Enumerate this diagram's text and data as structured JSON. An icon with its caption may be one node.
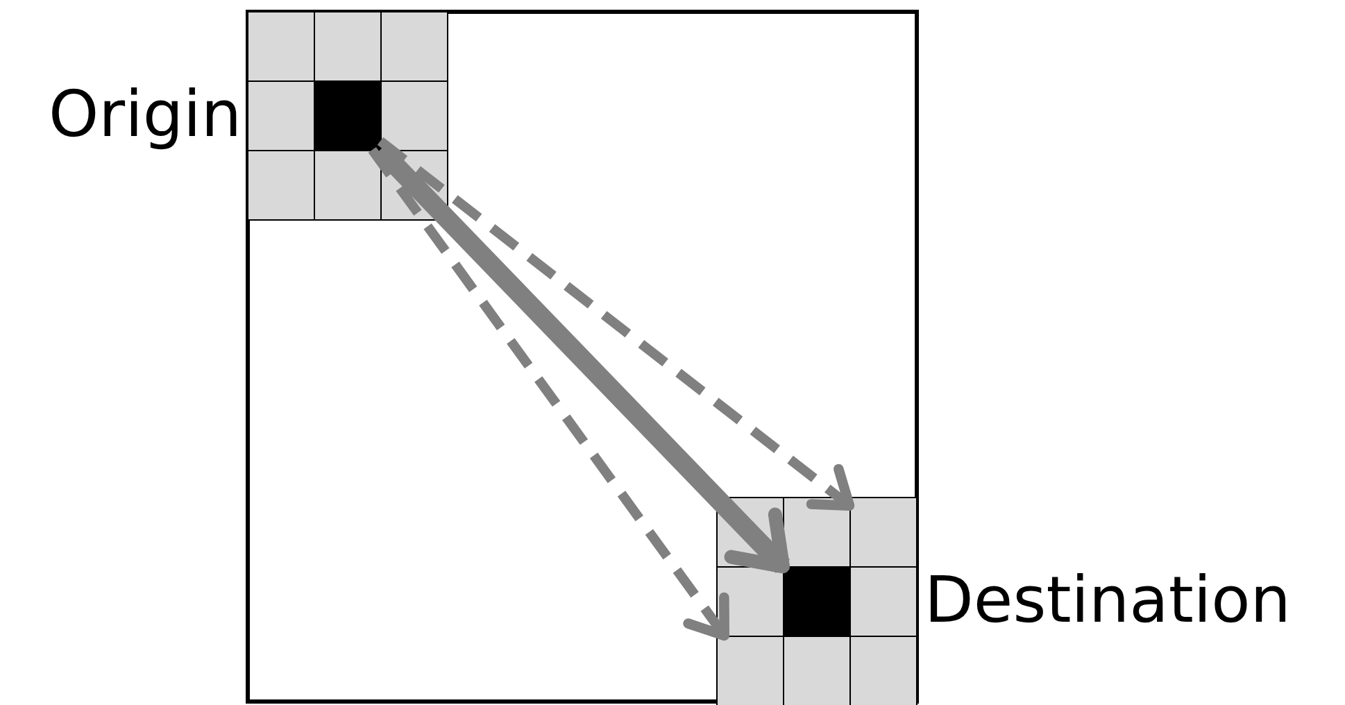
{
  "diagram": {
    "nodes": [
      {
        "text": [],
        "shape": "box"
      },
      {
        "text": [],
        "shape": "box"
      },
      {
        "text": [],
        "shape": "box"
      },
      {
        "text": [],
        "shape": "box"
      }
    ],
    "edges": [
      {
        "from": 0,
        "to": 1,
        "arrow": "to",
        "style": "thick"
      },
      {
        "from": 0,
        "to": 2,
        "arrow": "to",
        "style": "dashed"
      },
      {
        "from": 0,
        "to": 3,
        "arrow": "to",
        "style": "dashed"
      }
    ],
    "labels": [
      "Origin",
      "Destination"
    ]
  }
}
